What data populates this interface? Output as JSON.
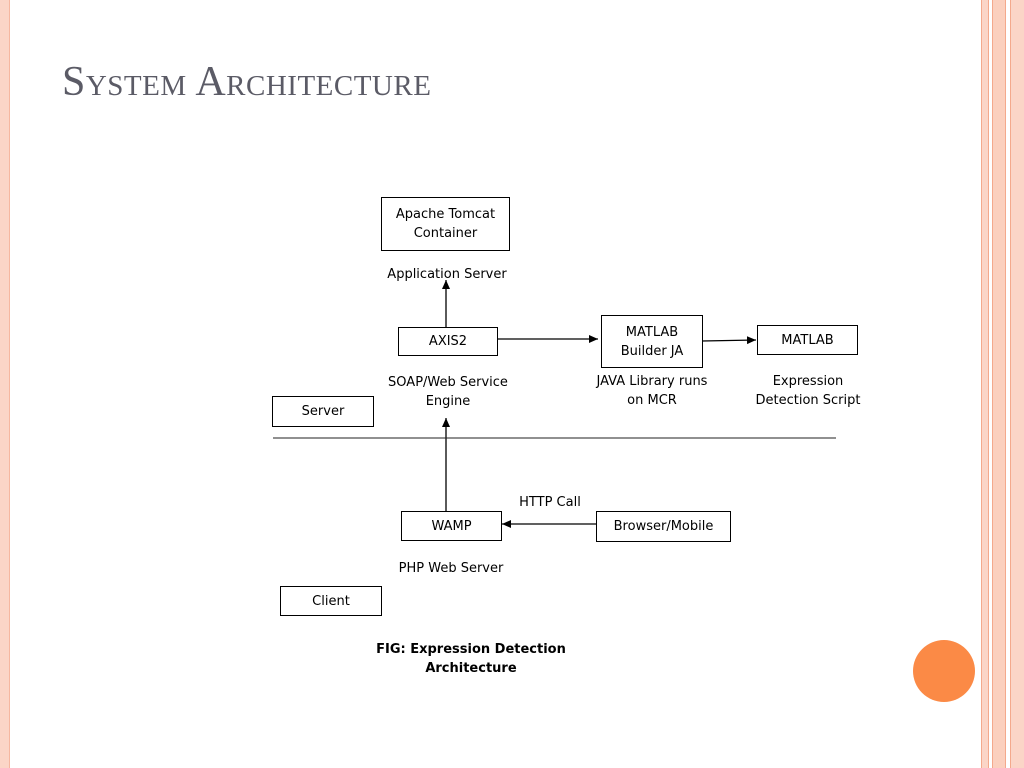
{
  "slide": {
    "title": "System Architecture"
  },
  "diagram": {
    "nodes": {
      "tomcat": "Apache Tomcat\nContainer",
      "axis2": "AXIS2",
      "matlab_builder": "MATLAB\nBuilder JA",
      "matlab": "MATLAB",
      "server": "Server",
      "wamp": "WAMP",
      "browser": "Browser/Mobile",
      "client": "Client"
    },
    "labels": {
      "application_server": "Application Server",
      "soap_engine": "SOAP/Web Service\nEngine",
      "java_library": "JAVA Library runs\non MCR",
      "expression_script": "Expression\nDetection Script",
      "http_call": "HTTP Call",
      "php_server": "PHP Web Server"
    },
    "caption": "FIG: Expression Detection\nArchitecture"
  },
  "colors": {
    "accent": "#fb8a46",
    "frame": "#fbd5c7",
    "title": "#5b5b66"
  }
}
